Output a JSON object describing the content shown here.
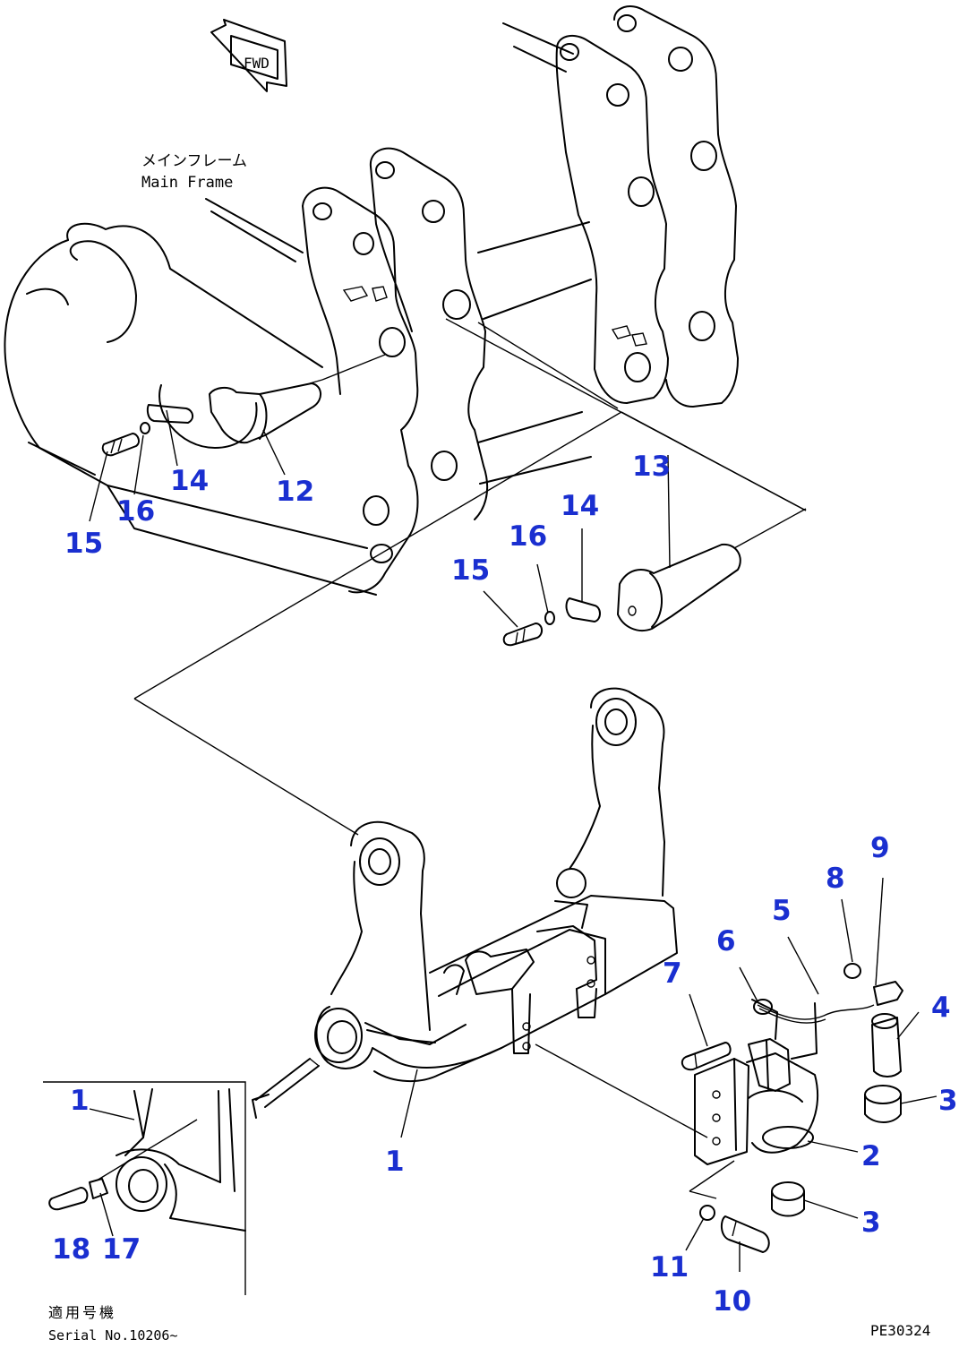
{
  "diagram": {
    "direction_mark": "FWD",
    "main_frame_jp": "メインフレーム",
    "main_frame_en": "Main Frame",
    "inset_note_jp": "適用号機",
    "inset_note_en": "Serial No.10206~",
    "drawing_code": "PE30324",
    "accent_color": "#1a2fd0",
    "callouts": {
      "c1": "1",
      "c1b": "1",
      "c2": "2",
      "c3a": "3",
      "c3b": "3",
      "c4": "4",
      "c5": "5",
      "c6": "6",
      "c7": "7",
      "c8": "8",
      "c9": "9",
      "c10": "10",
      "c11": "11",
      "c12": "12",
      "c13": "13",
      "c14a": "14",
      "c14b": "14",
      "c15a": "15",
      "c15b": "15",
      "c16a": "16",
      "c16b": "16",
      "c17": "17",
      "c18": "18"
    }
  }
}
